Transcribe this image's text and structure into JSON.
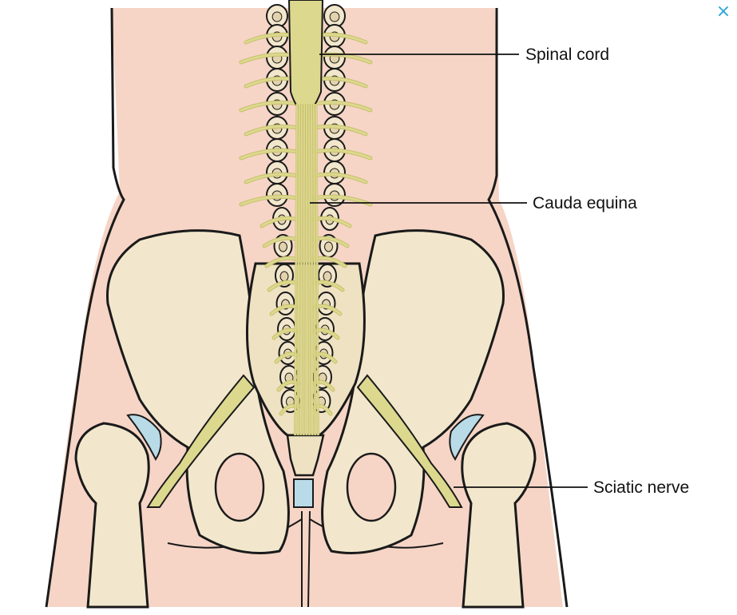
{
  "colors": {
    "skin": "#f6d5c6",
    "bone": "#f2e7cc",
    "bone_shadow": "#e3d3ad",
    "nerve": "#dcd88e",
    "nerve_dark": "#c7c06c",
    "cartilage": "#b9dbe8",
    "outline": "#1a1a1a",
    "accent": "#2aa6d8"
  },
  "labels": {
    "spinal_cord": "Spinal cord",
    "cauda_equina": "Cauda equina",
    "sciatic_nerve": "Sciatic nerve"
  },
  "close_icon": "×"
}
